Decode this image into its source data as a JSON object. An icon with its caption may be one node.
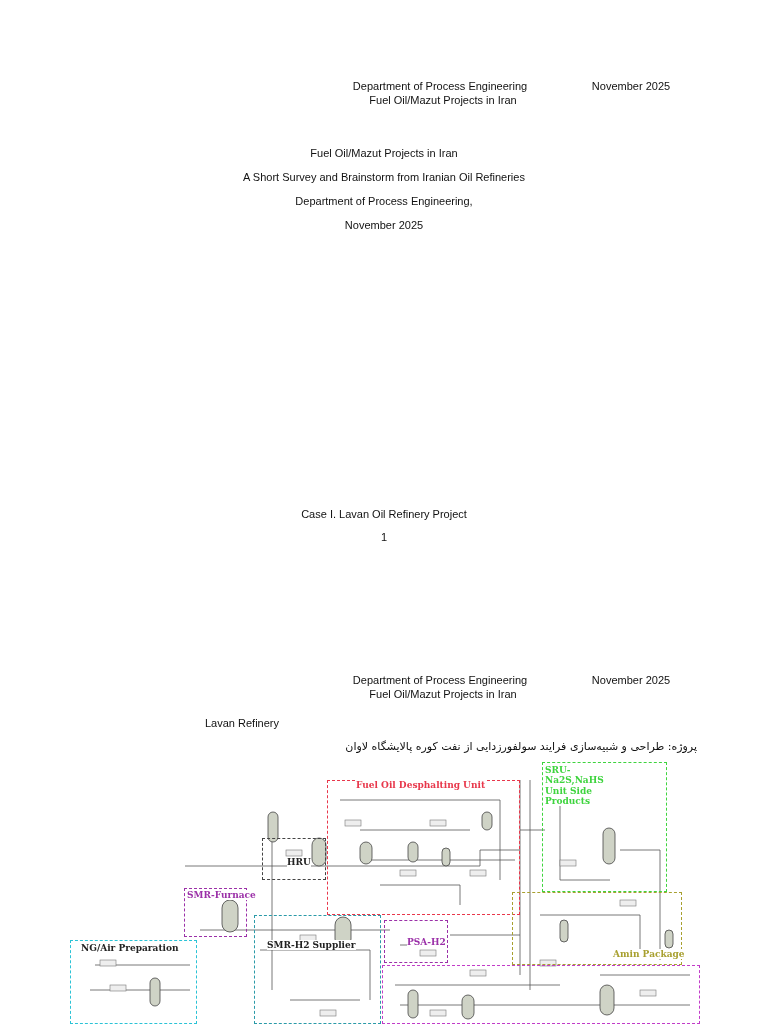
{
  "diagram": {
    "nodes": [
      {
        "text": [
          "Fuel Oil Desphalting Unit"
        ]
      },
      {
        "text": [
          "SRU-Na2S,NaHS Unit Side Products"
        ]
      },
      {
        "text": [
          "HRU"
        ]
      },
      {
        "text": [
          "SMR-Furnace"
        ]
      },
      {
        "text": [
          "NG/Air Preparation"
        ]
      },
      {
        "text": [
          "SMR-H2 Supplier"
        ]
      },
      {
        "text": [
          "PSA-H2"
        ]
      },
      {
        "text": [
          "Amin Package"
        ]
      },
      {
        "text": [],
        "shape": "box"
      }
    ],
    "labels": [
      "Department of Process Engineering",
      "November 2025",
      "Fuel Oil/Mazut Projects in Iran",
      "Fuel Oil/Mazut Projects in Iran",
      "A Short Survey and Brainstorm from Iranian Oil Refineries",
      "Department of Process Engineering,",
      "November 2025",
      "Case I. Lavan Oil Refinery Project",
      "1",
      "Department of Process Engineering",
      "November 2025",
      "Fuel Oil/Mazut Projects in Iran",
      "Lavan Refinery",
      "پروژه: طراحی و شبیه‌سازی فرایند سولفورزدایی از نفت کوره پالایشگاه لاوان"
    ]
  }
}
